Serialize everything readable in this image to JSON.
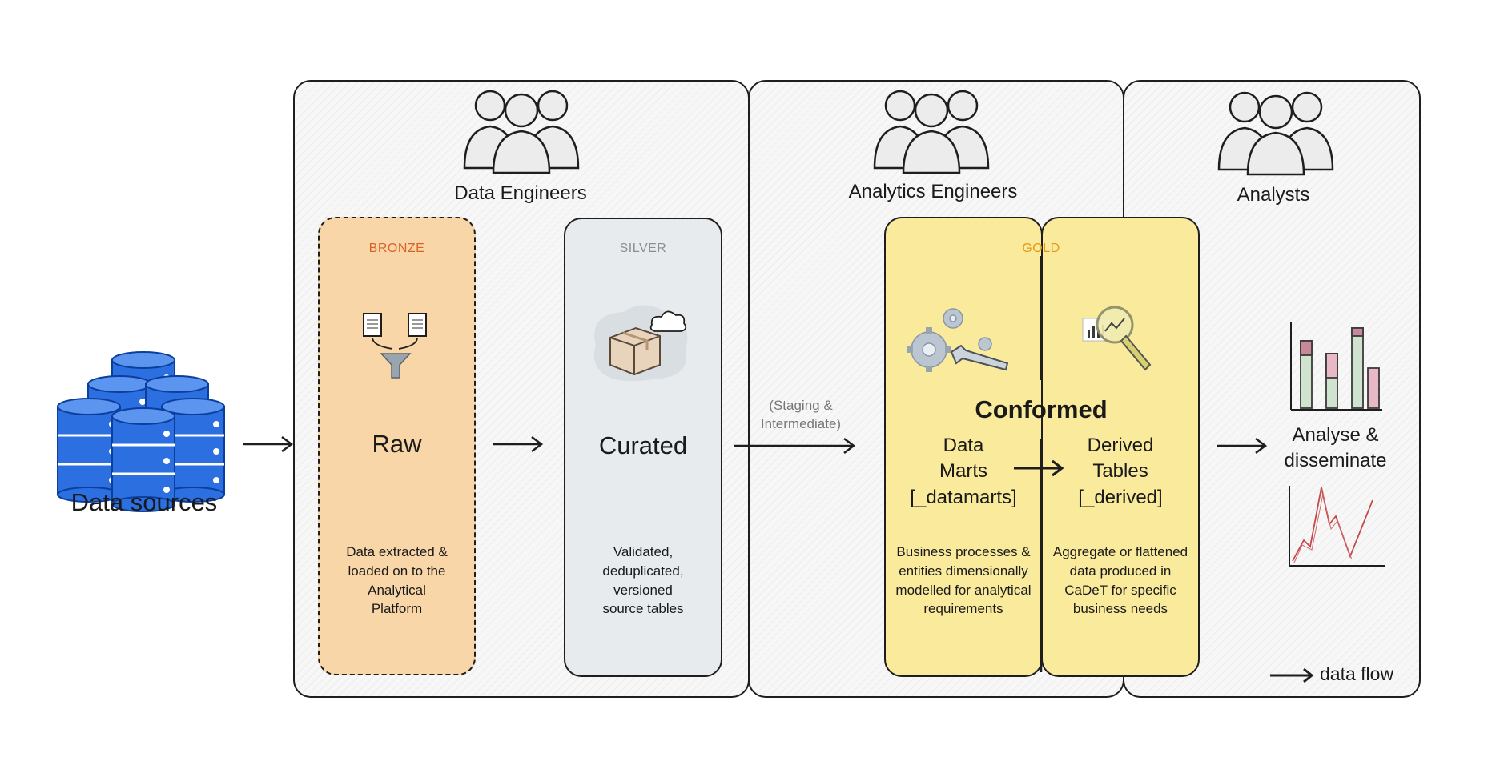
{
  "data_sources": {
    "label": "Data sources"
  },
  "roles": {
    "data_engineers": "Data Engineers",
    "analytics_engineers": "Analytics Engineers",
    "analysts": "Analysts"
  },
  "layers": {
    "bronze": {
      "tag": "BRONZE",
      "title": "Raw",
      "desc": [
        "Data extracted &",
        "loaded on to the",
        "Analytical",
        "Platform"
      ],
      "color": "#f8d6a8",
      "tag_color": "#d9622b"
    },
    "silver": {
      "tag": "SILVER",
      "title": "Curated",
      "desc": [
        "Validated,",
        "deduplicated,",
        "versioned",
        "source tables"
      ],
      "color": "#e8ebee",
      "tag_color": "#8a8f94"
    },
    "gold": {
      "tag": "GOLD",
      "title": "Conformed",
      "color": "#faea9c",
      "tag_color": "#e39a1a",
      "datamarts": {
        "title": [
          "Data",
          "Marts",
          "[_datamarts]"
        ],
        "desc": [
          "Business processes &",
          "entities dimensionally",
          "modelled for analytical",
          "requirements"
        ]
      },
      "derived": {
        "title": [
          "Derived",
          "Tables",
          "[_derived]"
        ],
        "desc": [
          "Aggregate or flattened",
          "data produced in",
          "CaDeT for specific",
          "business needs"
        ]
      }
    }
  },
  "staging_label": [
    "(Staging &",
    "Intermediate)"
  ],
  "analyse": [
    "Analyse &",
    "disseminate"
  ],
  "legend": {
    "label": "data flow"
  },
  "icons": [
    "database-stack-icon",
    "people-icon",
    "document-merge-funnel-icon",
    "package-cloud-icon",
    "gears-wrench-icon",
    "magnifier-chart-icon",
    "bar-chart-icon",
    "line-chart-icon",
    "arrow-icon"
  ]
}
